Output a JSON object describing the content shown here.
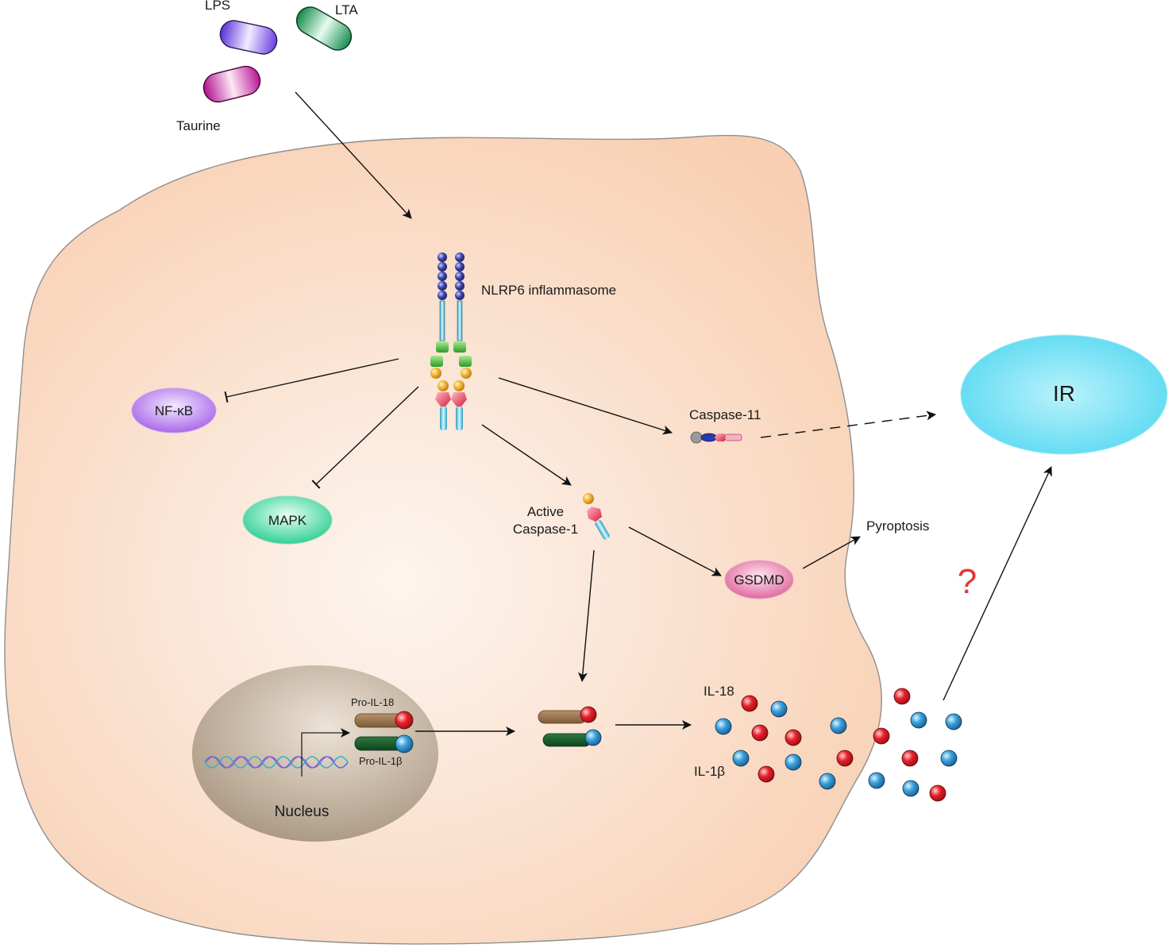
{
  "labels": {
    "lps": "LPS",
    "lta": "LTA",
    "taurine": "Taurine",
    "nlrp6": "NLRP6 inflammasome",
    "nfkb": "NF-κB",
    "mapk": "MAPK",
    "caspase11": "Caspase-11",
    "active": "Active",
    "caspase1": "Caspase-1",
    "gsdmd": "GSDMD",
    "pyroptosis": "Pyroptosis",
    "ir": "IR",
    "question": "?",
    "pro_il18": "Pro-IL-18",
    "pro_il1b": "Pro-IL-1β",
    "nucleus": "Nucleus",
    "il18": "IL-18",
    "il1b": "IL-1β"
  },
  "colors": {
    "cell_center": "#fdf3ec",
    "cell_edge": "#f7cdb0",
    "nucleus": "#b8a894",
    "ir": "#5fdcf2",
    "il18_ball": "#e0202a",
    "il1b_ball": "#3a9fd8",
    "lps": "#7a4ee8",
    "lta": "#1f9a58",
    "taurine": "#c81ea0",
    "nfkb": "#b070ea",
    "mapk": "#2fd69a",
    "gsdmd": "#e26aa0"
  }
}
